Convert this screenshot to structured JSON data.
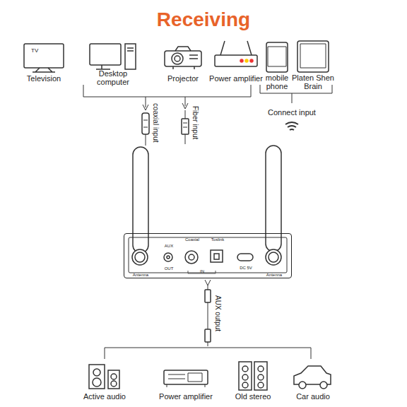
{
  "diagram": {
    "title": "Receiving",
    "nodes": [
      {
        "text": [
          "Antenna",
          "AUX",
          "OUT",
          "Coaxial",
          "Toslink",
          "IN",
          "DC 5V",
          "Antenna"
        ]
      }
    ],
    "labels": [
      "TV",
      "Television",
      "Desktop computer",
      "Projector",
      "Power amplifier",
      "mobile phone",
      "Platen Shen Brain",
      "coaxial input",
      "Fiber input",
      "Connect input",
      "AUX output",
      "Active audio",
      "Power amplifier",
      "Old stereo",
      "Car audio"
    ]
  }
}
